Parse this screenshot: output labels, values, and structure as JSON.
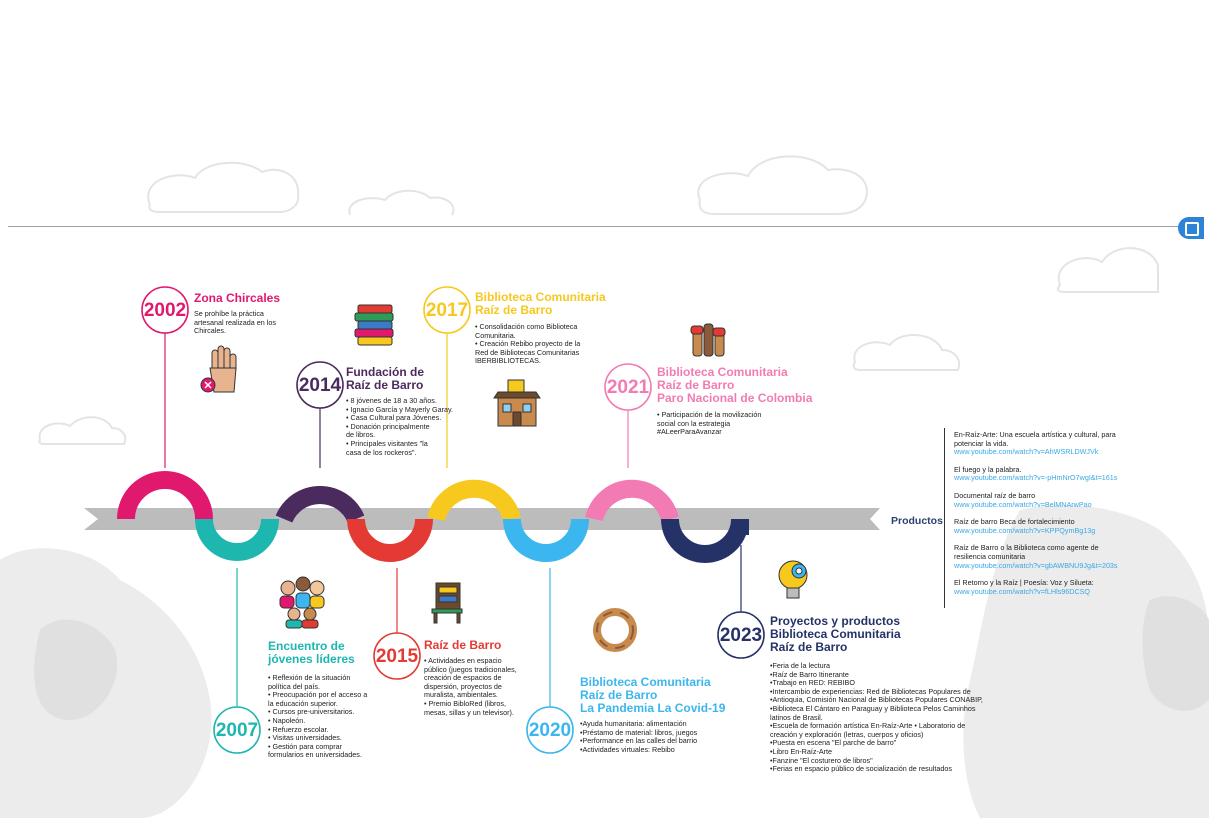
{
  "colors": {
    "pink": "#e0196e",
    "teal": "#1db7b0",
    "purple": "#4b2a5e",
    "red": "#e33b34",
    "yellow": "#f7c81e",
    "blue": "#3bb6ee",
    "rose": "#f27bb3",
    "navy": "#253268",
    "arrow": "#bcbcbc"
  },
  "milestones": {
    "m2002": {
      "year": "2002",
      "title": "Zona Chircales",
      "body": "Se prohíbe la práctica\nartesanal realizada en los\nChircales.",
      "icon": "stop-hand-icon"
    },
    "m2014": {
      "year": "2014",
      "title": "Fundación de\nRaíz de Barro",
      "body": "• 8 jóvenes de 18 a 30 años.\n• Ignacio García y Mayerly Garay.\n• Casa Cultural para Jóvenes.\n• Donación principalmente\nde libros.\n• Principales visitantes \"la\ncasa de los rockeros\".",
      "icon": "books-stack-icon"
    },
    "m2017": {
      "year": "2017",
      "title": "Biblioteca Comunitaria\nRaíz de Barro",
      "body": "• Consolidación como Biblioteca\nComunitaria.\n• Creación Rebibo proyecto de la\nRed de Bibliotecas Comunitarias\nIBERBIBLIOTECAS.",
      "icon": "library-building-icon"
    },
    "m2021": {
      "year": "2021",
      "title": "Biblioteca Comunitaria\nRaíz de Barro\nParo Nacional de Colombia",
      "body": "• Participación de la movilización\nsocial con la estrategia\n#ALeerParaAvanzar",
      "icon": "raised-fists-icon"
    },
    "m2007": {
      "year": "2007",
      "title": "Encuentro de\njóvenes líderes",
      "body": "• Reflexión de la situación\npolítica del país.\n• Preocupación por el acceso a\nla educación superior.\n• Cursos pre-universitarios.\n• Napoleón.\n• Refuerzo escolar.\n• Visitas universidades.\n• Gestión para comprar\nformularios en universidades.",
      "icon": "youth-group-icon"
    },
    "m2015": {
      "year": "2015",
      "title": "Raíz de Barro",
      "body": "• Actividades en espacio\npúblico (juegos tradicionales,\ncreación de espacios de\ndispersión, proyectos de\nmuralista, ambientales.\n• Premio BibloRed (libros,\nmesas, sillas y un televisor).",
      "icon": "bookshelf-table-icon"
    },
    "m2020": {
      "year": "2020",
      "title": "Biblioteca Comunitaria\nRaíz de Barro\nLa Pandemia La Covid-19",
      "body": "•Ayuda humanitaria: alimentación\n•Préstamo de material: libros, juegos\n•Performance en las calles del barrio\n•Actividades virtuales: Rebibo",
      "icon": "linked-hands-icon"
    },
    "m2023": {
      "year": "2023",
      "title": "Proyectos y productos\nBiblioteca Comunitaria\nRaíz de Barro",
      "body": "•Feria de la lectura\n•Raíz de Barro Itinerante\n•Trabajo en RED: REBIBO\n•Intercambio de experiencias: Red de Bibliotecas Populares de\n•Antioquia, Comisión Nacional de Bibliotecas Populares CONABIP,\n•Biblioteca El Cántaro en Paraguay y Biblioteca Pelos Caminhos\nlatinos de Brasil.\n•Escuela de formación artística En-Raíz-Arte • Laboratorio de\ncreación y exploración (letras, cuerpos y oficios)\n•Puesta en escena \"El parche de barro\"\n•Libro En-Raíz-Arte\n•Fanzine \"El costurero de libros\"\n•Ferias en espacio público de socialización de resultados",
      "icon": "lightbulb-gear-icon"
    }
  },
  "products": {
    "label": "Productos",
    "items": [
      {
        "text": "En-Raíz-Arte: Una escuela artística y cultural, para potenciar la vida.",
        "link": "www.youtube.com/watch?v=AhWSRLDWJVk"
      },
      {
        "text": "El fuego y la palabra.",
        "link": "www.youtube.com/watch?v=-pHmNrO7wgI&t=161s"
      },
      {
        "text": "Documental raíz de barro",
        "link": "www.youtube.com/watch?v=BelMNArwPao"
      },
      {
        "text": "Raíz de barro Beca de fortalecimiento",
        "link": "www.youtube.com/watch?v=KPPQymBg13g"
      },
      {
        "text": "Raíz de Barro o la Biblioteca como agente de resiliencia comunitaria",
        "link": "www.youtube.com/watch?v=gbAWBNU9Jg&t=203s"
      },
      {
        "text": "El Retorno y la Raíz | Poesía: Voz y Silueta:",
        "link": "www.youtube.com/watch?v=fLHls96DCSQ"
      }
    ]
  }
}
